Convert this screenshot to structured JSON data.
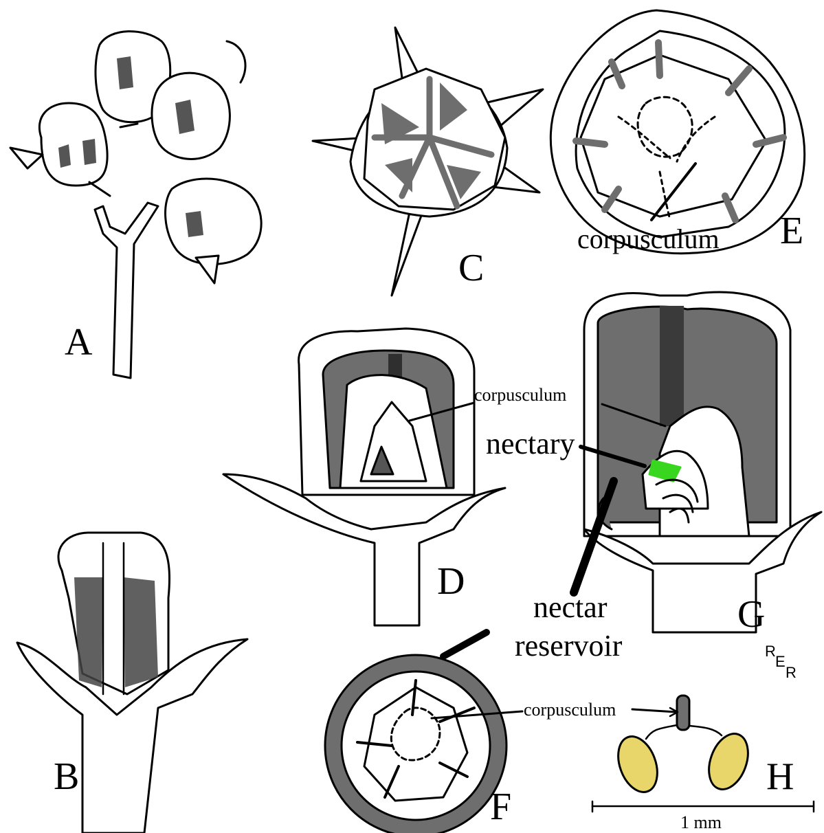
{
  "panels": {
    "A": "A",
    "B": "B",
    "C": "C",
    "D": "D",
    "E": "E",
    "F": "F",
    "G": "G",
    "H": "H"
  },
  "labels": {
    "corpusculum_e": "corpusculum",
    "corpusculum_d": "corpusculum",
    "nectary": "nectary",
    "nectar_line1": "nectar",
    "nectar_line2": "reservoir",
    "corpusculum_f": "corpusculum"
  },
  "scale_bar": {
    "label": "1 mm"
  },
  "signature": {
    "r1": "R",
    "e": "E",
    "r2": "R"
  },
  "colors": {
    "line": "#000000",
    "dark_fill": "#6e6e6e",
    "mid_fill": "#8a8a8a",
    "nectary": "#39d61f",
    "pollinia": "#e8d66a"
  }
}
